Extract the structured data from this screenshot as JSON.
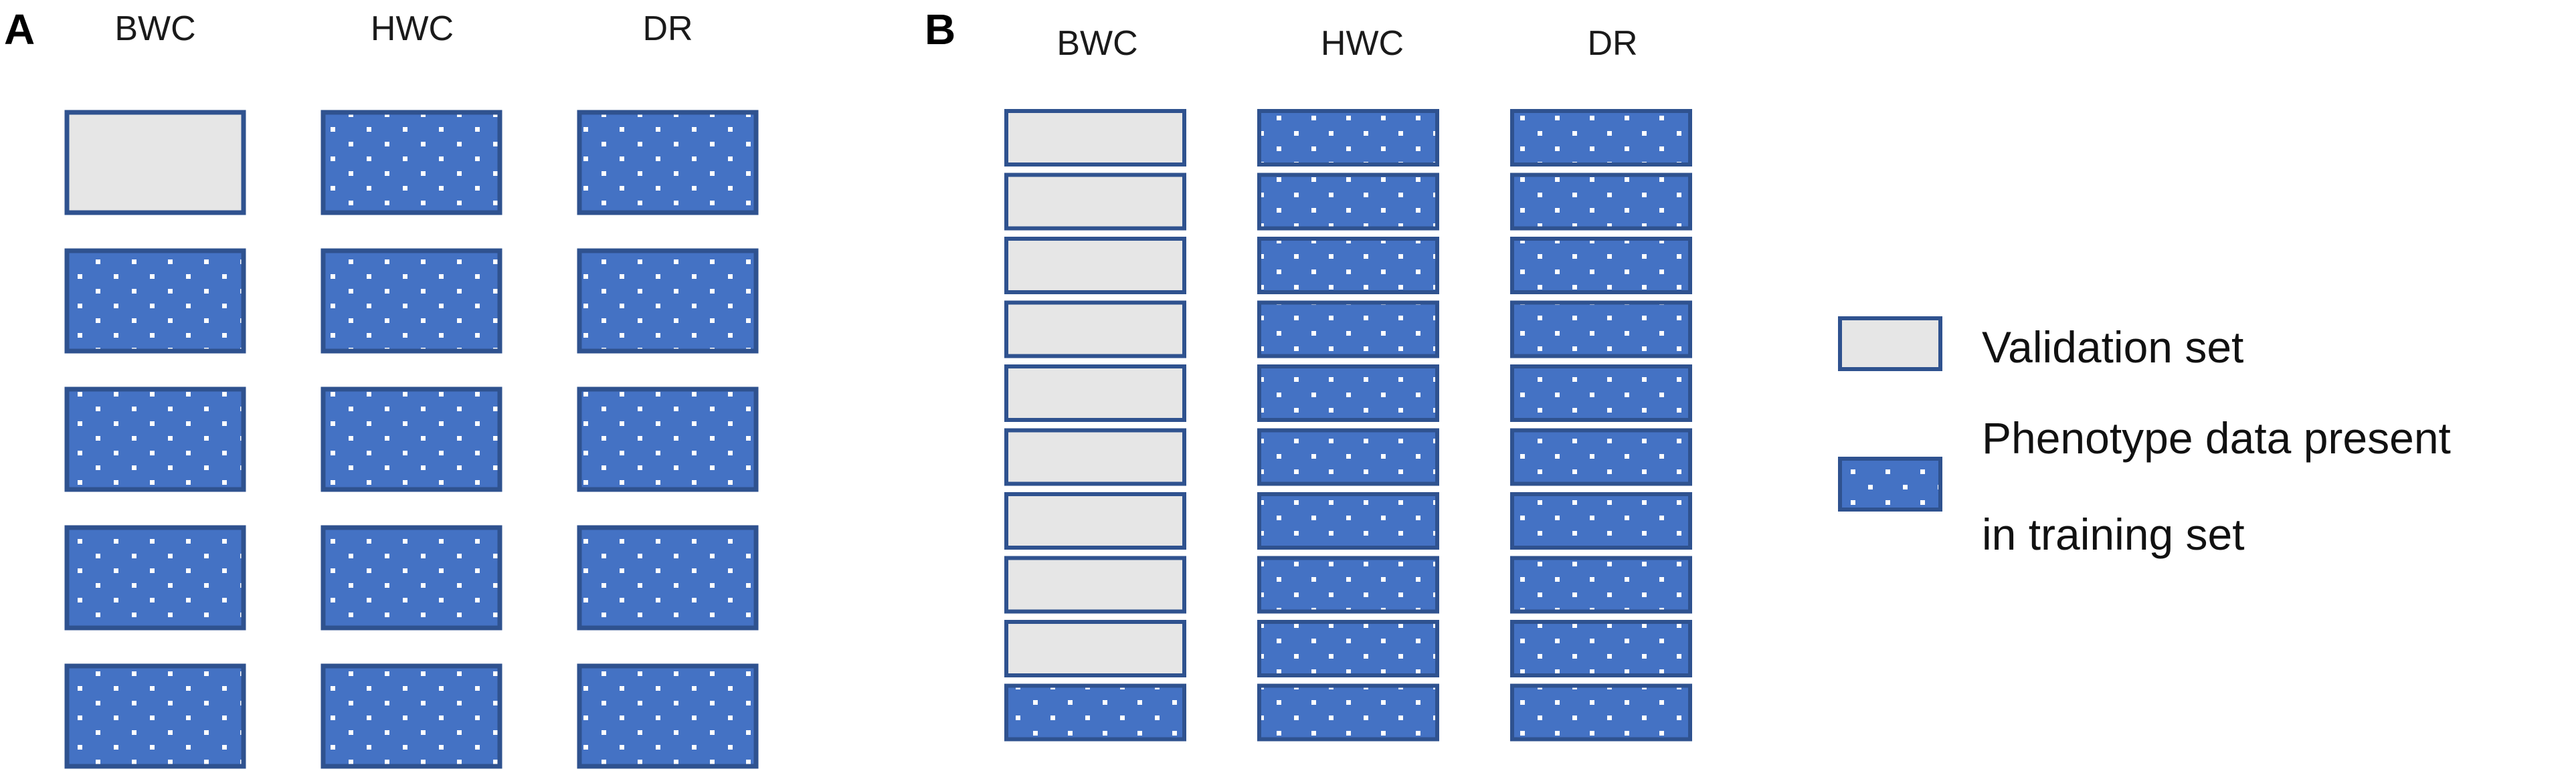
{
  "colors": {
    "validation_fill": "#e6e6e6",
    "phenotype_fill": "#4472c4",
    "border": "#2f528f",
    "dot": "#ffffff"
  },
  "panel_a": {
    "label": "A",
    "columns": [
      "BWC",
      "HWC",
      "DR"
    ],
    "grid": [
      [
        "validation",
        "phenotype",
        "phenotype"
      ],
      [
        "phenotype",
        "phenotype",
        "phenotype"
      ],
      [
        "phenotype",
        "phenotype",
        "phenotype"
      ],
      [
        "phenotype",
        "phenotype",
        "phenotype"
      ],
      [
        "phenotype",
        "phenotype",
        "phenotype"
      ]
    ]
  },
  "panel_b": {
    "label": "B",
    "columns": [
      "BWC",
      "HWC",
      "DR"
    ],
    "grid": [
      [
        "validation",
        "phenotype",
        "phenotype"
      ],
      [
        "validation",
        "phenotype",
        "phenotype"
      ],
      [
        "validation",
        "phenotype",
        "phenotype"
      ],
      [
        "validation",
        "phenotype",
        "phenotype"
      ],
      [
        "validation",
        "phenotype",
        "phenotype"
      ],
      [
        "validation",
        "phenotype",
        "phenotype"
      ],
      [
        "validation",
        "phenotype",
        "phenotype"
      ],
      [
        "validation",
        "phenotype",
        "phenotype"
      ],
      [
        "validation",
        "phenotype",
        "phenotype"
      ],
      [
        "phenotype",
        "phenotype",
        "phenotype"
      ]
    ]
  },
  "legend": {
    "validation_label": "Validation set",
    "phenotype_line1": "Phenotype data present",
    "phenotype_line2": "in training set"
  }
}
